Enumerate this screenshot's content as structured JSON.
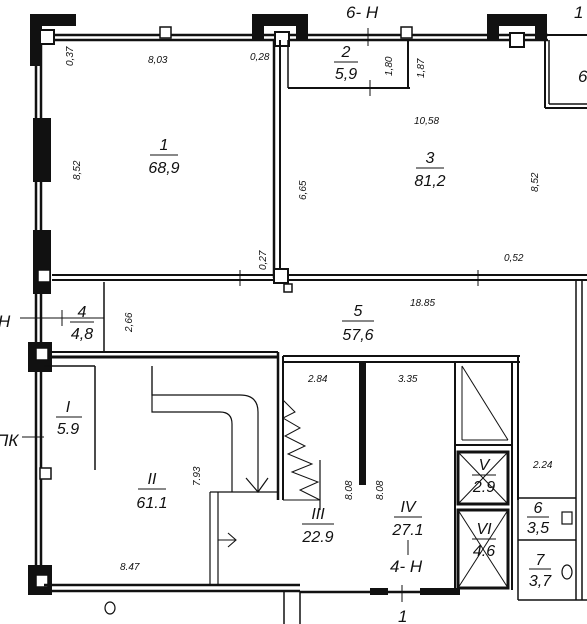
{
  "axes": {
    "top": "6- H",
    "top_right": "1",
    "left_mid": "H",
    "left_low": "ПК",
    "bottom": "4- H",
    "bottom_num": "1",
    "right_edge": "6"
  },
  "rooms": [
    {
      "id": "r1",
      "number": "1",
      "area": "68,9"
    },
    {
      "id": "r2",
      "number": "2",
      "area": "5,9"
    },
    {
      "id": "r3",
      "number": "3",
      "area": "81,2"
    },
    {
      "id": "r4",
      "number": "4",
      "area": "4,8"
    },
    {
      "id": "r5",
      "number": "5",
      "area": "57,6"
    },
    {
      "id": "rI",
      "number": "I",
      "area": "5.9"
    },
    {
      "id": "rII",
      "number": "II",
      "area": "61.1"
    },
    {
      "id": "rIII",
      "number": "III",
      "area": "22.9"
    },
    {
      "id": "rIV",
      "number": "IV",
      "area": "27.1"
    },
    {
      "id": "rV",
      "number": "V",
      "area": "2.9"
    },
    {
      "id": "rVI",
      "number": "VI",
      "area": "4.6"
    },
    {
      "id": "r6",
      "number": "6",
      "area": "3,5"
    },
    {
      "id": "r7",
      "number": "7",
      "area": "3,7"
    }
  ],
  "dimensions": [
    {
      "id": "d1",
      "value": "0,37"
    },
    {
      "id": "d2",
      "value": "8,03"
    },
    {
      "id": "d3",
      "value": "0,28"
    },
    {
      "id": "d4",
      "value": "1,80"
    },
    {
      "id": "d5",
      "value": "1,87"
    },
    {
      "id": "d6",
      "value": "10,58"
    },
    {
      "id": "d7",
      "value": "8,52"
    },
    {
      "id": "d8",
      "value": "6,65"
    },
    {
      "id": "d9",
      "value": "8,52"
    },
    {
      "id": "d10",
      "value": "0,27"
    },
    {
      "id": "d11",
      "value": "0,52"
    },
    {
      "id": "d12",
      "value": "2,66"
    },
    {
      "id": "d13",
      "value": "18.85"
    },
    {
      "id": "d14",
      "value": "2.84"
    },
    {
      "id": "d15",
      "value": "3.35"
    },
    {
      "id": "d16",
      "value": "7.93"
    },
    {
      "id": "d17",
      "value": "8.08"
    },
    {
      "id": "d18",
      "value": "8.08"
    },
    {
      "id": "d19",
      "value": "2.24"
    },
    {
      "id": "d20",
      "value": "8.47"
    }
  ]
}
